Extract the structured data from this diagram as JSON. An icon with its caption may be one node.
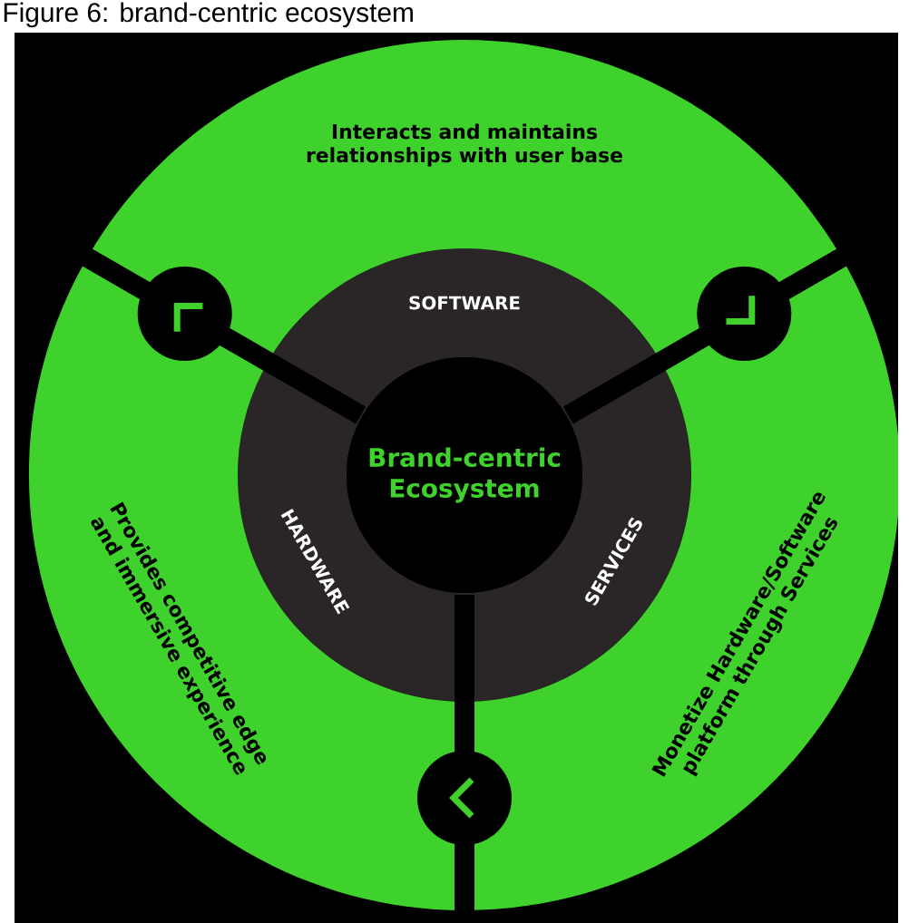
{
  "diagram": {
    "title": "Figure 6: brand-centric ecosystem",
    "nodes": [
      {
        "text": [
          "Brand-centric Ecosystem"
        ]
      },
      {
        "text": [
          "SOFTWARE"
        ]
      },
      {
        "text": [
          "HARDWARE"
        ]
      },
      {
        "text": [
          "SERVICES"
        ]
      },
      {
        "text": [
          "Interacts and maintains relationships with user base"
        ]
      },
      {
        "text": [
          "Provides competitive edge and immersive experience"
        ]
      },
      {
        "text": [
          "Monetize Hardware/Software platform through Services"
        ]
      }
    ]
  }
}
